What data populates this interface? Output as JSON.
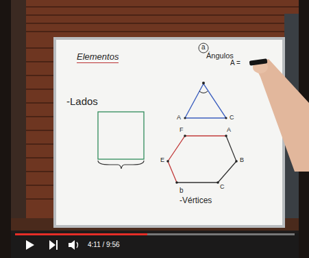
{
  "diagram": {
    "title": "Elementos",
    "labels": [
      "a",
      "Ángulos",
      "A =",
      "-Lados",
      "A",
      "C",
      "F",
      "A",
      "B",
      "C",
      "E",
      "b",
      "-Vértices",
      "4:11 / 9:56"
    ]
  }
}
